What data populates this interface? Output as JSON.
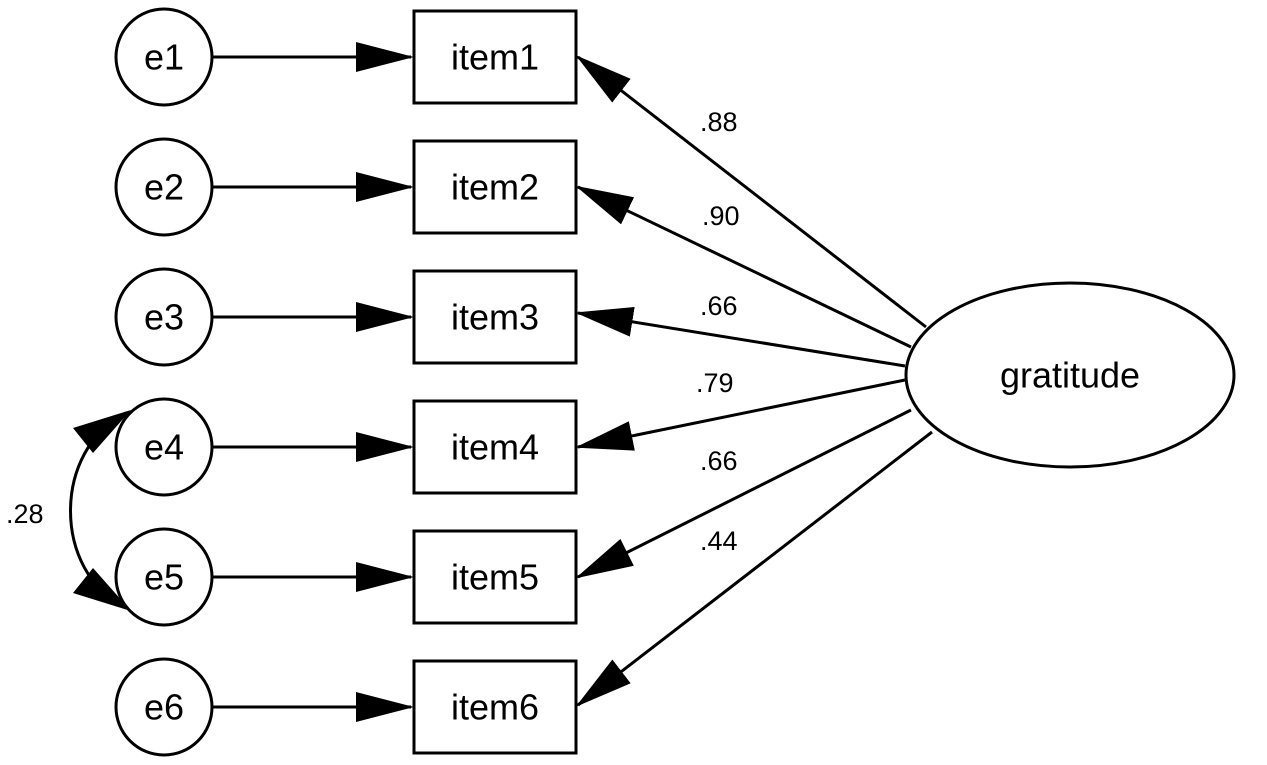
{
  "factor": {
    "label": "gratitude"
  },
  "errors": [
    {
      "label": "e1"
    },
    {
      "label": "e2"
    },
    {
      "label": "e3"
    },
    {
      "label": "e4"
    },
    {
      "label": "e5"
    },
    {
      "label": "e6"
    }
  ],
  "items": [
    {
      "label": "item1"
    },
    {
      "label": "item2"
    },
    {
      "label": "item3"
    },
    {
      "label": "item4"
    },
    {
      "label": "item5"
    },
    {
      "label": "item6"
    }
  ],
  "loadings": [
    {
      "from": "gratitude",
      "to": "item1",
      "value": ".88"
    },
    {
      "from": "gratitude",
      "to": "item2",
      "value": ".90"
    },
    {
      "from": "gratitude",
      "to": "item3",
      "value": ".66"
    },
    {
      "from": "gratitude",
      "to": "item4",
      "value": ".79"
    },
    {
      "from": "gratitude",
      "to": "item5",
      "value": ".66"
    },
    {
      "from": "gratitude",
      "to": "item6",
      "value": ".44"
    }
  ],
  "error_paths": [
    {
      "from": "e1",
      "to": "item1"
    },
    {
      "from": "e2",
      "to": "item2"
    },
    {
      "from": "e3",
      "to": "item3"
    },
    {
      "from": "e4",
      "to": "item4"
    },
    {
      "from": "e5",
      "to": "item5"
    },
    {
      "from": "e6",
      "to": "item6"
    }
  ],
  "covariance": {
    "between": [
      "e4",
      "e5"
    ],
    "value": ".28"
  }
}
